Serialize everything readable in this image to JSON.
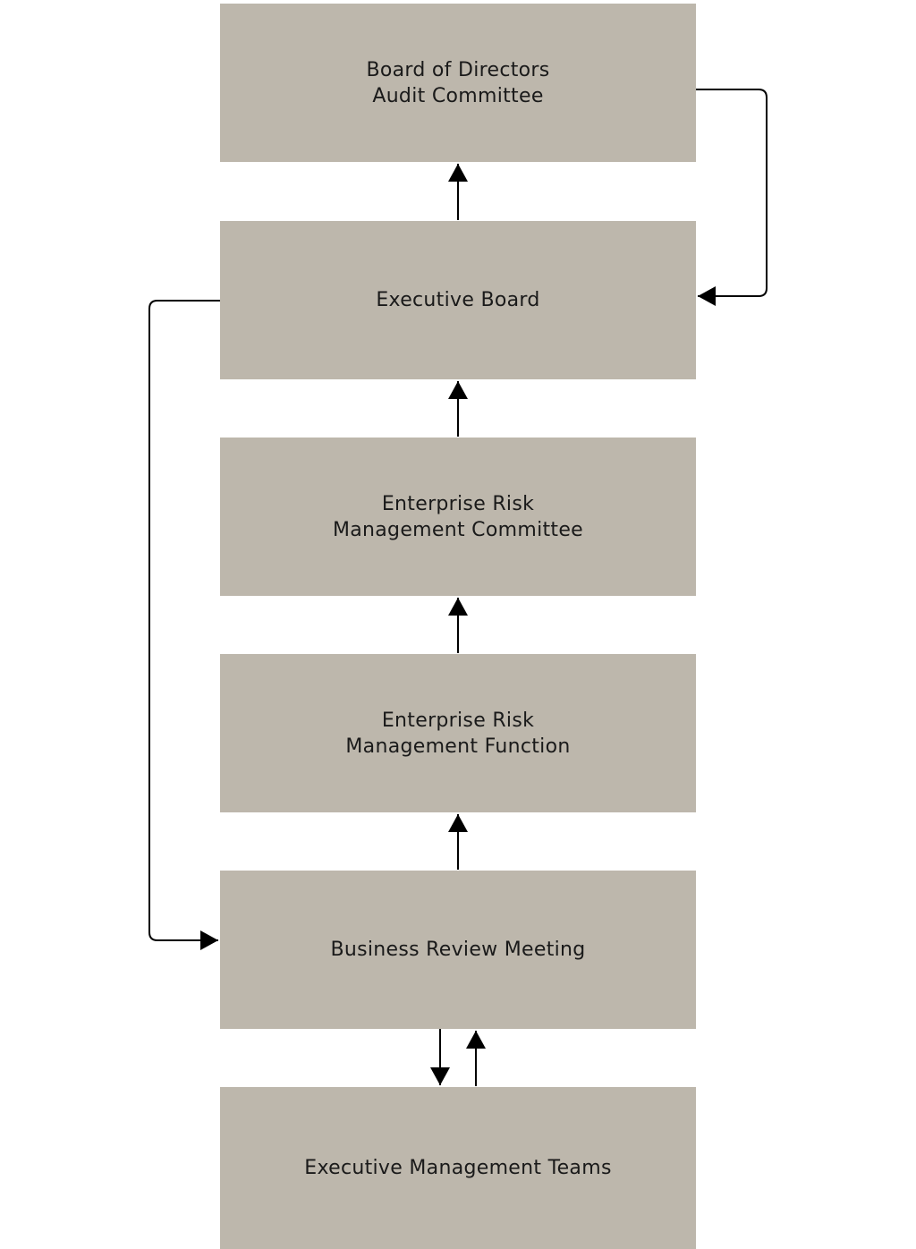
{
  "nodes": {
    "board": {
      "line1": "Board of Directors",
      "line2": "Audit Committee"
    },
    "executive_board": {
      "line1": "Executive Board"
    },
    "erm_committee": {
      "line1": "Enterprise Risk",
      "line2": "Management Committee"
    },
    "erm_function": {
      "line1": "Enterprise Risk",
      "line2": "Management Function"
    },
    "business_review": {
      "line1": "Business Review Meeting"
    },
    "executive_teams": {
      "line1": "Executive Management Teams"
    }
  },
  "edges": [
    {
      "from": "executive_board",
      "to": "board"
    },
    {
      "from": "erm_committee",
      "to": "executive_board"
    },
    {
      "from": "erm_function",
      "to": "erm_committee"
    },
    {
      "from": "business_review",
      "to": "erm_function"
    },
    {
      "from": "business_review",
      "to": "executive_teams"
    },
    {
      "from": "executive_teams",
      "to": "business_review"
    },
    {
      "from": "board",
      "to": "executive_board"
    },
    {
      "from": "executive_board",
      "to": "business_review"
    }
  ],
  "colors": {
    "node_fill": "#bdb7ac",
    "connector": "#000000",
    "text": "#1a1a1a"
  }
}
